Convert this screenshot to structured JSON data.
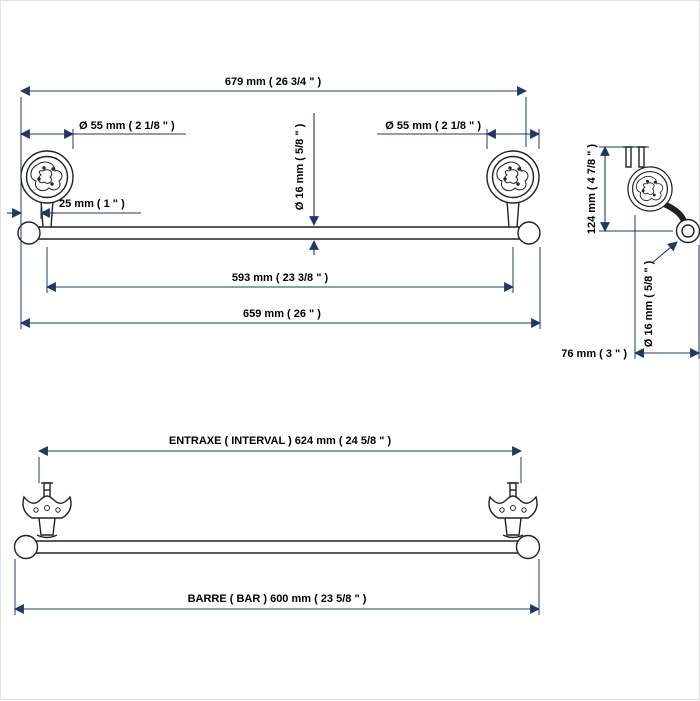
{
  "colors": {
    "dimension_line": "#1f3864",
    "product_line": "#222222",
    "text": "#000000",
    "background": "#ffffff"
  },
  "front_view": {
    "overall_width": "679 mm ( 26 3/4 \" )",
    "flange_diameter_left": "Ø 55 mm ( 2 1/8 \" )",
    "flange_diameter_right": "Ø 55 mm ( 2 1/8 \" )",
    "bar_diameter": "Ø 16 mm ( 5/8 \" )",
    "wall_edge_offset": "25 mm ( 1 \" )",
    "inner_span": "593 mm ( 23 3/8 \" )",
    "outer_span": "659 mm ( 26 \" )"
  },
  "side_view": {
    "height": "124 mm ( 4 7/8 \" )",
    "bar_diameter": "Ø 16 mm ( 5/8 \" )",
    "depth": "76 mm ( 3 \" )"
  },
  "bottom_view": {
    "interval": "ENTRAXE ( INTERVAL )  624 mm ( 24 5/8 \" )",
    "bar_length": "BARRE ( BAR )  600 mm ( 23 5/8 \" )"
  }
}
